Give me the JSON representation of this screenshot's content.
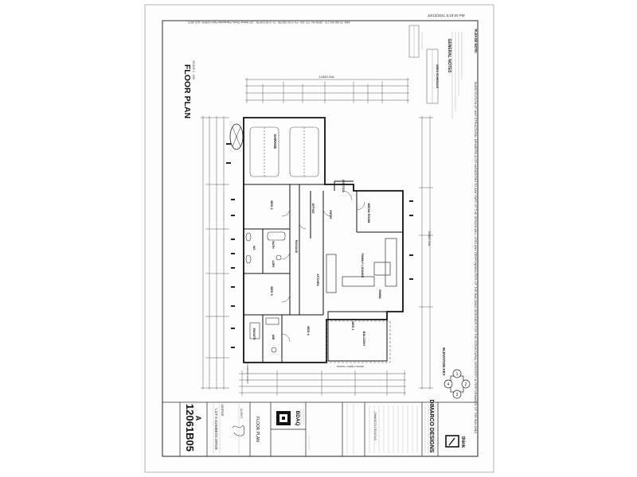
{
  "sheet": {
    "timestamp": "10/12/2011 5:18:50 PM",
    "title_vertical": "FLOOR PLAN",
    "scale_vertical": "SCALE 1 : 100",
    "job_number": "12061",
    "sheet_number": "B05",
    "revision": "A",
    "drawing_title": "FLOOR PLAN",
    "address_line1": "LOT 5 GOMBESS DRIVE",
    "address_line2": "MORGE",
    "company_header": "ABN: 25 348 602 176 - QBSA No. 757 106 - Ph: 0740 518796 - Fx: 0740 518796 - 132 Martyn Street, Parramatta Park CAIRNS, QLD 4870",
    "designer_name": "DIMARCO DESIGNS",
    "think_label": "think",
    "bdaq_label": "BDAQ",
    "elevation_key_label": "ELEVATION KEY",
    "elevation_numbers": [
      "1",
      "2",
      "3",
      "4"
    ],
    "client_label": "CLIENT",
    "please_note_label": "PLEASE NOTE:",
    "please_note_text": "SUBSTITUTION OF ANY STRUCTURAL MEMBERS & OR VARIATIONS TO ANY PART OF THE DESIGN WILL VOID ANY RESPONSIBILITIES OF THE BUILDING DESIGNER FOR THE STRUCTURAL INTEGRITY & PERFORMANCE OF THE BUILDING",
    "general_notes_label": "GENERAL NOTES",
    "area_schedule_label": "AREA SCHEDULE",
    "overall_width_dim": "14450 O/A",
    "overall_depth_dim": "20660 O/A"
  },
  "rooms": {
    "garage": "GARAGE",
    "office": "OFFICE",
    "portico": "PORTICO",
    "entry": "ENTRY",
    "media_room": "MEDIA ROOM",
    "bed2": "BED 2",
    "bed3": "BED 3",
    "bed4": "BED 4",
    "bath": "BATH",
    "wc": "WC",
    "ldry": "LDRY",
    "passage": "PASSAGE",
    "family_lounge": "FAMILY LOUNGE",
    "kitchen": "KITCHEN",
    "dining": "DINING",
    "bed1": "BED 1",
    "ensuite": "ENSUITE",
    "wir": "WIR",
    "balcony": "BALCONY",
    "laundry_entry": "LAUNDRY ENTRY",
    "dining_family_room": "DINING / FAMILY ROOM"
  }
}
